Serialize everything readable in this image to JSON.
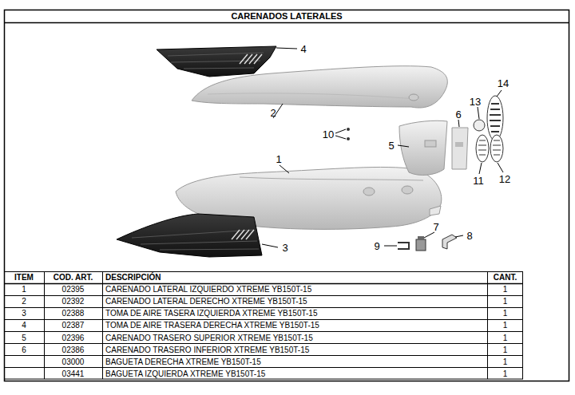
{
  "diagram": {
    "title": "CARENADOS LATERALES",
    "labels": [
      "4",
      "2",
      "14",
      "13",
      "6",
      "10",
      "5",
      "1",
      "11",
      "12",
      "7",
      "8",
      "9",
      "3",
      "ITEM",
      "COD. ART.",
      "DESCRIPCIÓN",
      "CANT.",
      "1",
      "02395",
      "CARENADO LATERAL IZQUIERDO XTREME YB150T-15",
      "1",
      "2",
      "02392",
      "CARENADO LATERAL DERECHO XTREME YB150T-15",
      "1",
      "3",
      "02388",
      "TOMA DE AIRE TASERA IZQUIERDA XTREME YB150T-15",
      "1",
      "4",
      "02387",
      "TOMA DE AIRE TRASERA DERECHA XTREME YB150T-15",
      "1",
      "5",
      "02396",
      "CARENADO TRASERO SUPERIOR XTREME YB150T-15",
      "1",
      "6",
      "02386",
      "CARENADO TRASERO INFERIOR XTREME YB150T-15",
      "1",
      "03000",
      "BAGUETA DERECHA XTREME YB150T-15",
      "1",
      "03441",
      "BAGUETA IZQUIERDA XTREME YB150T-15",
      "1"
    ]
  }
}
